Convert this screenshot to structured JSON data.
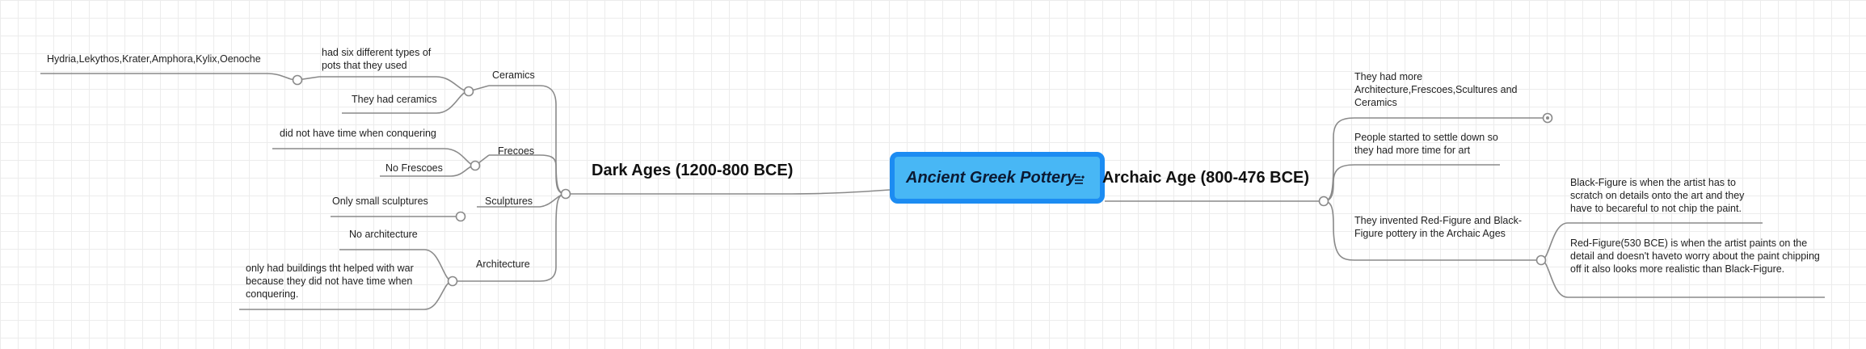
{
  "root": {
    "title": "Ancient Greek Pottery",
    "icon": "notes-icon"
  },
  "left_branch": {
    "title": "Dark Ages (1200-800 BCE)",
    "topics": {
      "ceramics": {
        "label": "Ceramics",
        "children": [
          "had six different types of pots that they used",
          "They had ceramics"
        ],
        "grandchild": "Hydria,Lekythos,Krater,Amphora,Kylix,Oenoche"
      },
      "frescoes": {
        "label": "Frecoes",
        "children": [
          "did not have time when conquering",
          "No Frescoes"
        ]
      },
      "sculptures": {
        "label": "Sculptures",
        "children": [
          "Only small sculptures"
        ]
      },
      "architecture": {
        "label": "Architecture",
        "children": [
          "No architecture",
          "only had buildings tht helped with war because they did not have time when conquering."
        ]
      }
    }
  },
  "right_branch": {
    "title": "Archaic Age (800-476 BCE)",
    "topics": [
      "They had more Architecture,Frescoes,Scultures and Ceramics",
      "People started to settle down so they had more time for art",
      "They invented Red-Figure and Black-Figure pottery in the Archaic Ages"
    ],
    "figures": [
      "Black-Figure is when the artist has to scratch on details onto the art and they have to becareful to not chip the paint.",
      "Red-Figure(530 BCE) is when the artist paints on the detail and doesn't haveto worry about the paint chipping off it also looks more realistic than Black-Figure."
    ]
  },
  "colors": {
    "root_fill": "#48b7f5",
    "root_border": "#1c8cf2",
    "line": "#8a8a8a"
  }
}
